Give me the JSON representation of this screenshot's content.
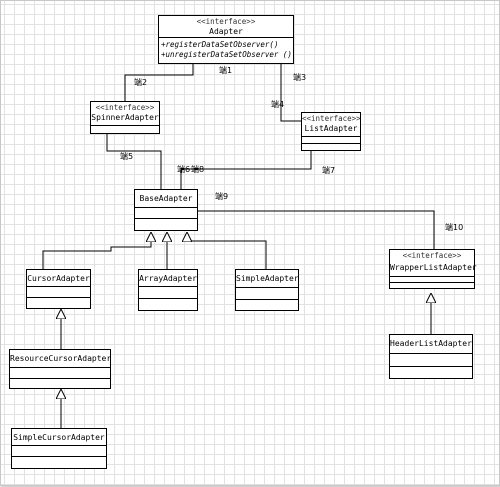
{
  "diagram": {
    "classes": {
      "adapter": {
        "stereotype": "<<interface>>",
        "name": "Adapter",
        "methods": [
          "+registerDataSetObserver()",
          "+unregisterDataSetObserver ()"
        ]
      },
      "spinner_adapter": {
        "stereotype": "<<interface>>",
        "name": "SpinnerAdapter"
      },
      "list_adapter": {
        "stereotype": "<<interface>>",
        "name": "ListAdapter"
      },
      "base_adapter": {
        "name": "BaseAdapter"
      },
      "cursor_adapter": {
        "name": "CursorAdapter"
      },
      "array_adapter": {
        "name": "ArrayAdapter"
      },
      "simple_adapter": {
        "name": "SimpleAdapter"
      },
      "wrapper_list_adapter": {
        "stereotype": "<<interface>>",
        "name": "WrapperListAdapter"
      },
      "resource_cursor_adapter": {
        "name": "ResourceCursorAdapter"
      },
      "simple_cursor_adapter": {
        "name": "SimpleCursorAdapter"
      },
      "header_list_adapter": {
        "name": "HeaderListAdapter"
      }
    },
    "edge_labels": {
      "e1": "端1",
      "e2": "端2",
      "e3": "端3",
      "e4": "端4",
      "e5": "端5",
      "e6": "端6",
      "e7": "端7",
      "e8": "端8",
      "e9": "端9",
      "e10": "端10"
    },
    "colors": {
      "line": "#000000",
      "grid": "#e2e2e2",
      "box_fill": "#ffffff"
    }
  }
}
